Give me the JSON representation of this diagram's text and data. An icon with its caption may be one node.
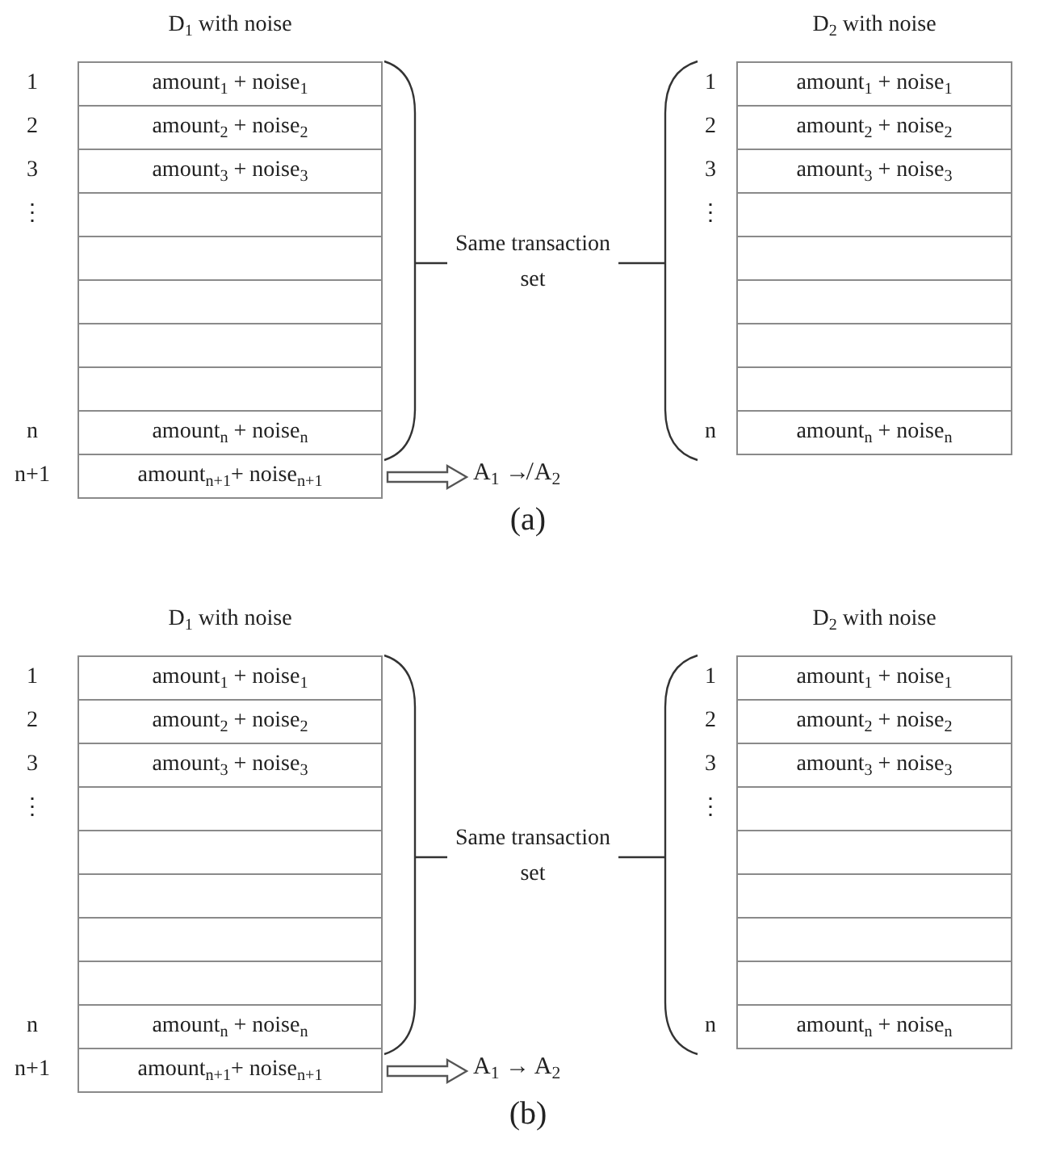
{
  "diagram": {
    "nodes": [
      {
        "text": [
          "D$_{1}$ with noise"
        ]
      },
      {
        "text": [
          "amount$_{1}$ + noise$_{1}$"
        ],
        "in": 0
      },
      {
        "text": [
          "amount$_{2}$ + noise$_{2}$"
        ],
        "in": 0
      },
      {
        "text": [
          "amount$_{3}$ + noise$_{3}$"
        ],
        "in": 0
      },
      {
        "text": [],
        "shape": "box",
        "in": 0
      },
      {
        "text": [],
        "shape": "box",
        "in": 0
      },
      {
        "text": [],
        "shape": "box",
        "in": 0
      },
      {
        "text": [],
        "shape": "box",
        "in": 0
      },
      {
        "text": [],
        "shape": "box",
        "in": 0
      },
      {
        "text": [
          "amount$_{n}$ + noise$_{n}$"
        ],
        "in": 0
      },
      {
        "text": [
          "amount$_{n+1}$+ noise$_{n+1}$"
        ],
        "in": 0
      },
      {
        "text": [
          "D$_{2}$ with noise"
        ]
      },
      {
        "text": [
          "amount$_{1}$ + noise$_{1}$"
        ],
        "in": 11
      },
      {
        "text": [
          "amount$_{2}$ + noise$_{2}$"
        ],
        "in": 11
      },
      {
        "text": [
          "amount$_{3}$ + noise$_{3}$"
        ],
        "in": 11
      },
      {
        "text": [],
        "shape": "box",
        "in": 11
      },
      {
        "text": [],
        "shape": "box",
        "in": 11
      },
      {
        "text": [],
        "shape": "box",
        "in": 11
      },
      {
        "text": [],
        "shape": "box",
        "in": 11
      },
      {
        "text": [],
        "shape": "box",
        "in": 11
      },
      {
        "text": [
          "amount$_{n}$ + noise$_{n}$"
        ],
        "in": 11
      },
      {
        "text": [
          "A$_{1}$ ↛ A$_{2}$"
        ]
      },
      {
        "text": [
          "D$_{1}$ with noise"
        ]
      },
      {
        "text": [
          "amount$_{1}$ + noise$_{1}$"
        ],
        "in": 22
      },
      {
        "text": [
          "amount$_{2}$ + noise$_{2}$"
        ],
        "in": 22
      },
      {
        "text": [
          "amount$_{3}$ + noise$_{3}$"
        ],
        "in": 22
      },
      {
        "text": [],
        "shape": "box",
        "in": 22
      },
      {
        "text": [],
        "shape": "box",
        "in": 22
      },
      {
        "text": [],
        "shape": "box",
        "in": 22
      },
      {
        "text": [],
        "shape": "box",
        "in": 22
      },
      {
        "text": [],
        "shape": "box",
        "in": 22
      },
      {
        "text": [
          "amount$_{n}$ + noise$_{n}$"
        ],
        "in": 22
      },
      {
        "text": [
          "amount$_{n+1}$+ noise$_{n+1}$"
        ],
        "in": 22
      },
      {
        "text": [
          "D$_{2}$ with noise"
        ]
      },
      {
        "text": [
          "amount$_{1}$ + noise$_{1}$"
        ],
        "in": 33
      },
      {
        "text": [
          "amount$_{2}$ + noise$_{2}$"
        ],
        "in": 33
      },
      {
        "text": [
          "amount$_{3}$ + noise$_{3}$"
        ],
        "in": 33
      },
      {
        "text": [],
        "shape": "box",
        "in": 33
      },
      {
        "text": [],
        "shape": "box",
        "in": 33
      },
      {
        "text": [],
        "shape": "box",
        "in": 33
      },
      {
        "text": [],
        "shape": "box",
        "in": 33
      },
      {
        "text": [],
        "shape": "box",
        "in": 33
      },
      {
        "text": [
          "amount$_{n}$ + noise$_{n}$"
        ],
        "in": 33
      },
      {
        "text": [
          "A$_{1}$ → A$_{2}$"
        ]
      }
    ],
    "edges": [
      {
        "from": 10,
        "to": 21,
        "arrow": "to"
      },
      {
        "from": 32,
        "to": 43,
        "arrow": "to"
      }
    ],
    "labels": [
      "1",
      "2",
      "3",
      "⋮",
      "n",
      "n+1",
      "Same transaction set",
      "1",
      "2",
      "3",
      "⋮",
      "n",
      "(a)",
      "1",
      "2",
      "3",
      "⋮",
      "n",
      "n+1",
      "Same transaction set",
      "1",
      "2",
      "3",
      "⋮",
      "n",
      "(b)"
    ]
  }
}
